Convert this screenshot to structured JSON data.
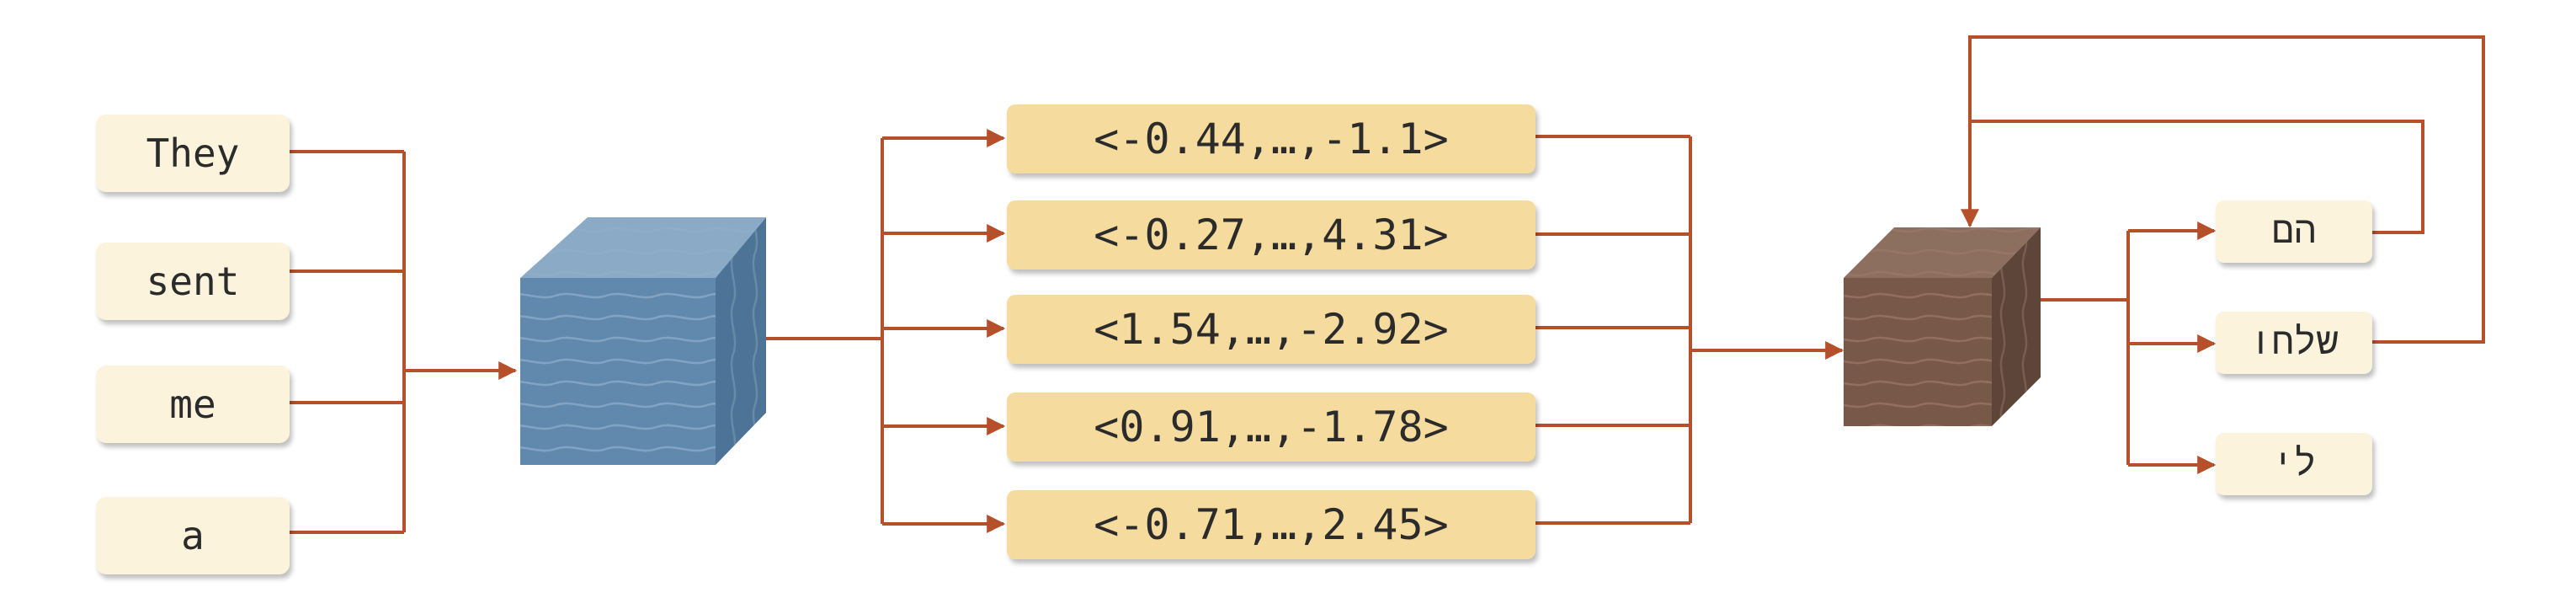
{
  "input_tokens": [
    "They",
    "sent",
    "me",
    "a"
  ],
  "vectors": [
    "<-0.44,…,-1.1>",
    "<-0.27,…,4.31>",
    "<1.54,…,-2.92>",
    "<0.91,…,-1.78>",
    "<-0.71,…,2.45>"
  ],
  "output_tokens": [
    "הם",
    "שלחו",
    "לי"
  ],
  "colors": {
    "wire": "#b5502a",
    "encoder_cube": "#5f86a8",
    "decoder_cube": "#7a5a4a",
    "input_box": "#fbf3dc",
    "vector_box": "#f5dc9e"
  },
  "icons": {
    "encoder": "encoder-cube-icon",
    "decoder": "decoder-cube-icon"
  }
}
